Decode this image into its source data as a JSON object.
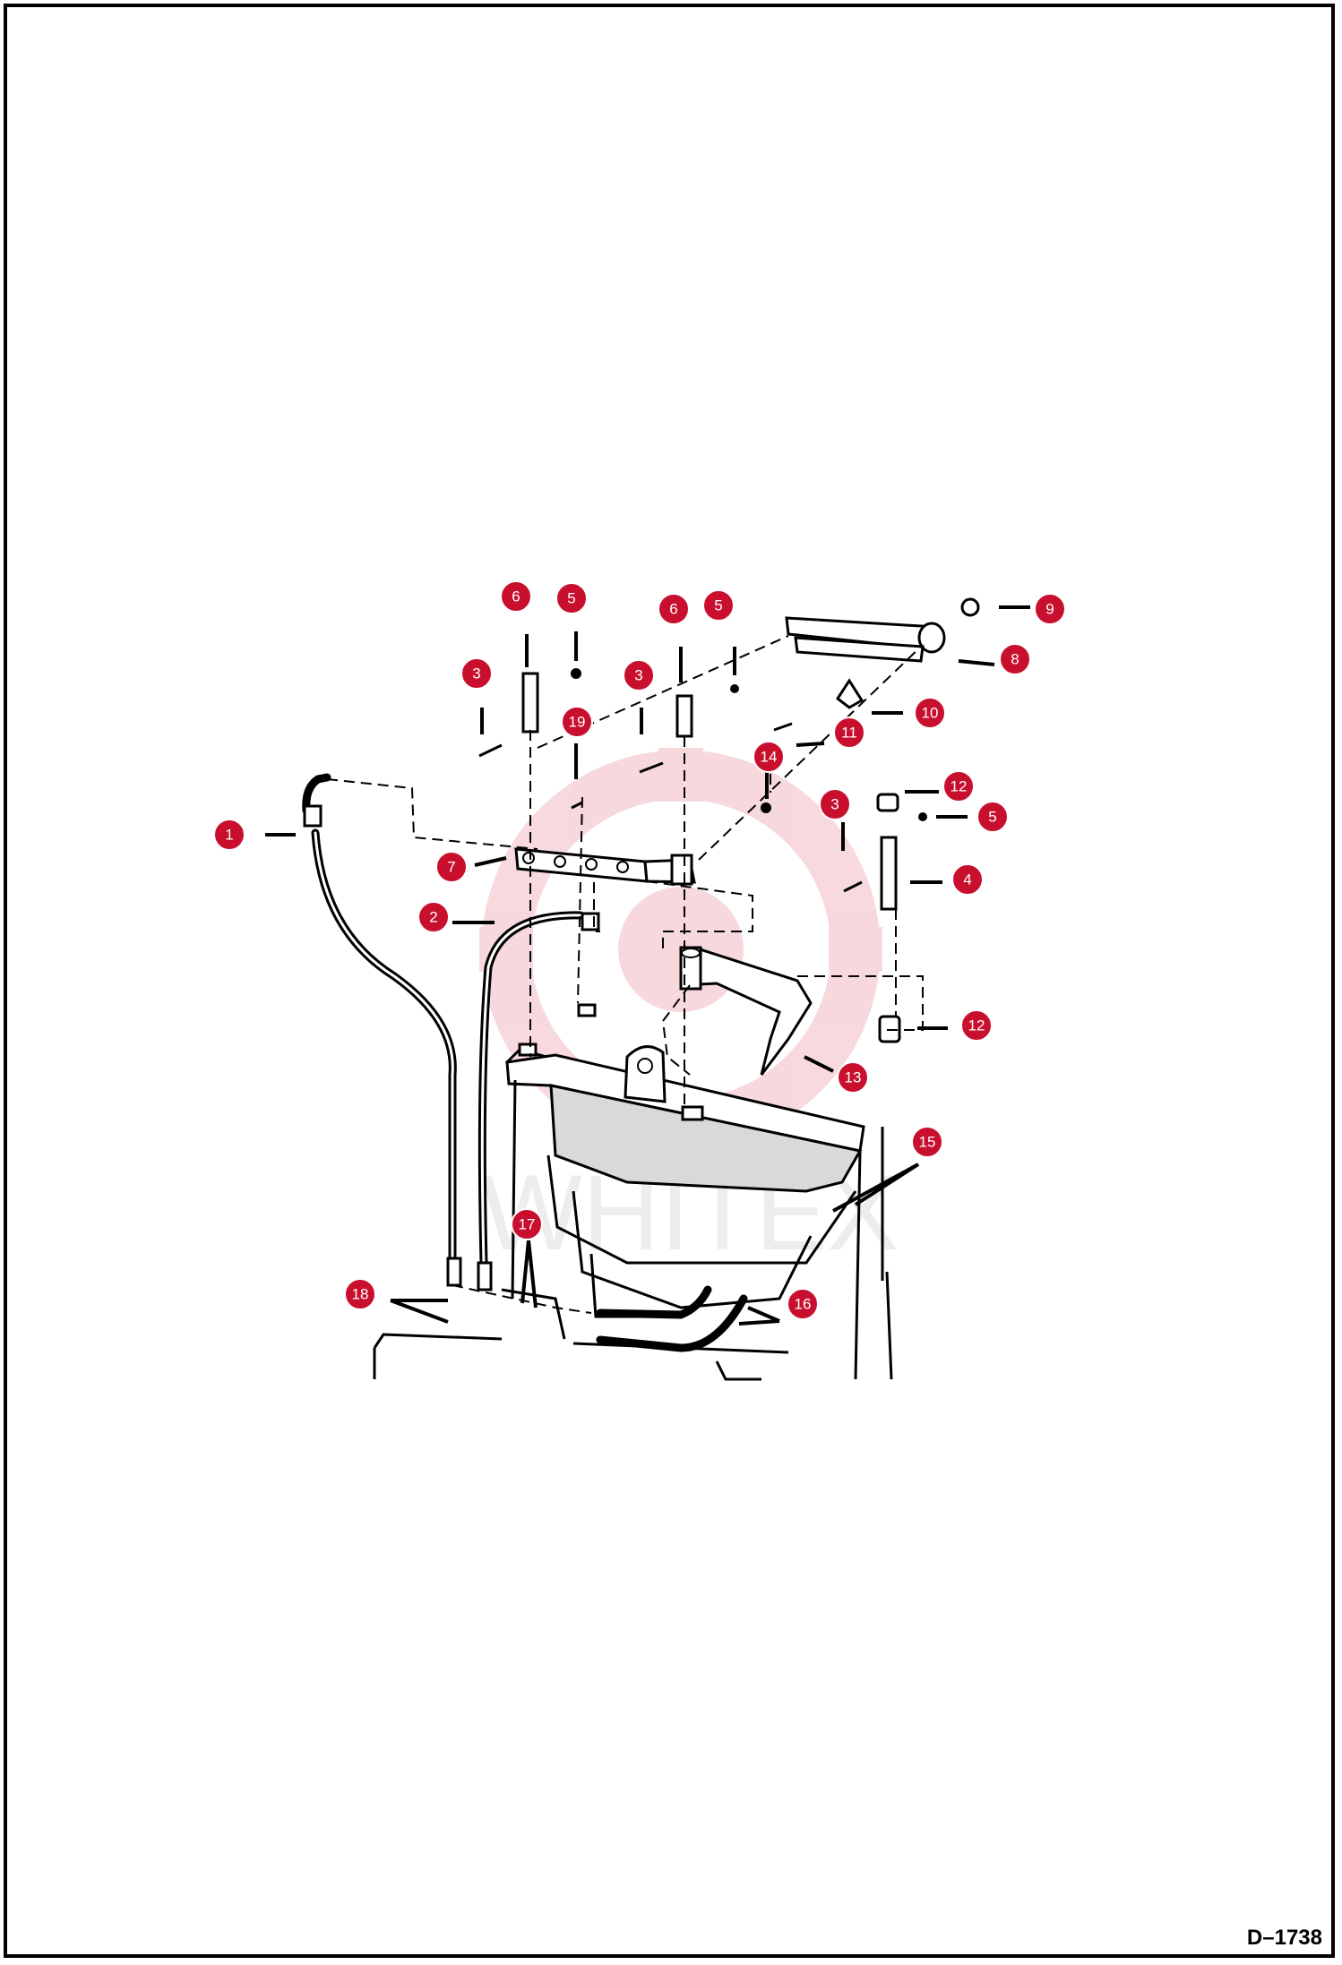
{
  "drawing_id": "D–1738",
  "watermark_text": "WHITEX",
  "colors": {
    "callout_fill": "#c8102e",
    "callout_text": "#ffffff",
    "line": "#000000",
    "watermark": "#f2b9c2"
  },
  "callouts": [
    {
      "id": "c1",
      "label": "1"
    },
    {
      "id": "c2",
      "label": "2"
    },
    {
      "id": "c3a",
      "label": "3"
    },
    {
      "id": "c3b",
      "label": "3"
    },
    {
      "id": "c3c",
      "label": "3"
    },
    {
      "id": "c4",
      "label": "4"
    },
    {
      "id": "c5a",
      "label": "5"
    },
    {
      "id": "c5b",
      "label": "5"
    },
    {
      "id": "c5c",
      "label": "5"
    },
    {
      "id": "c6a",
      "label": "6"
    },
    {
      "id": "c6b",
      "label": "6"
    },
    {
      "id": "c7",
      "label": "7"
    },
    {
      "id": "c8",
      "label": "8"
    },
    {
      "id": "c9",
      "label": "9"
    },
    {
      "id": "c10",
      "label": "10"
    },
    {
      "id": "c11",
      "label": "11"
    },
    {
      "id": "c12a",
      "label": "12"
    },
    {
      "id": "c12b",
      "label": "12"
    },
    {
      "id": "c13",
      "label": "13"
    },
    {
      "id": "c14",
      "label": "14"
    },
    {
      "id": "c15",
      "label": "15"
    },
    {
      "id": "c16",
      "label": "16"
    },
    {
      "id": "c17",
      "label": "17"
    },
    {
      "id": "c18",
      "label": "18"
    },
    {
      "id": "c19",
      "label": "19"
    }
  ]
}
